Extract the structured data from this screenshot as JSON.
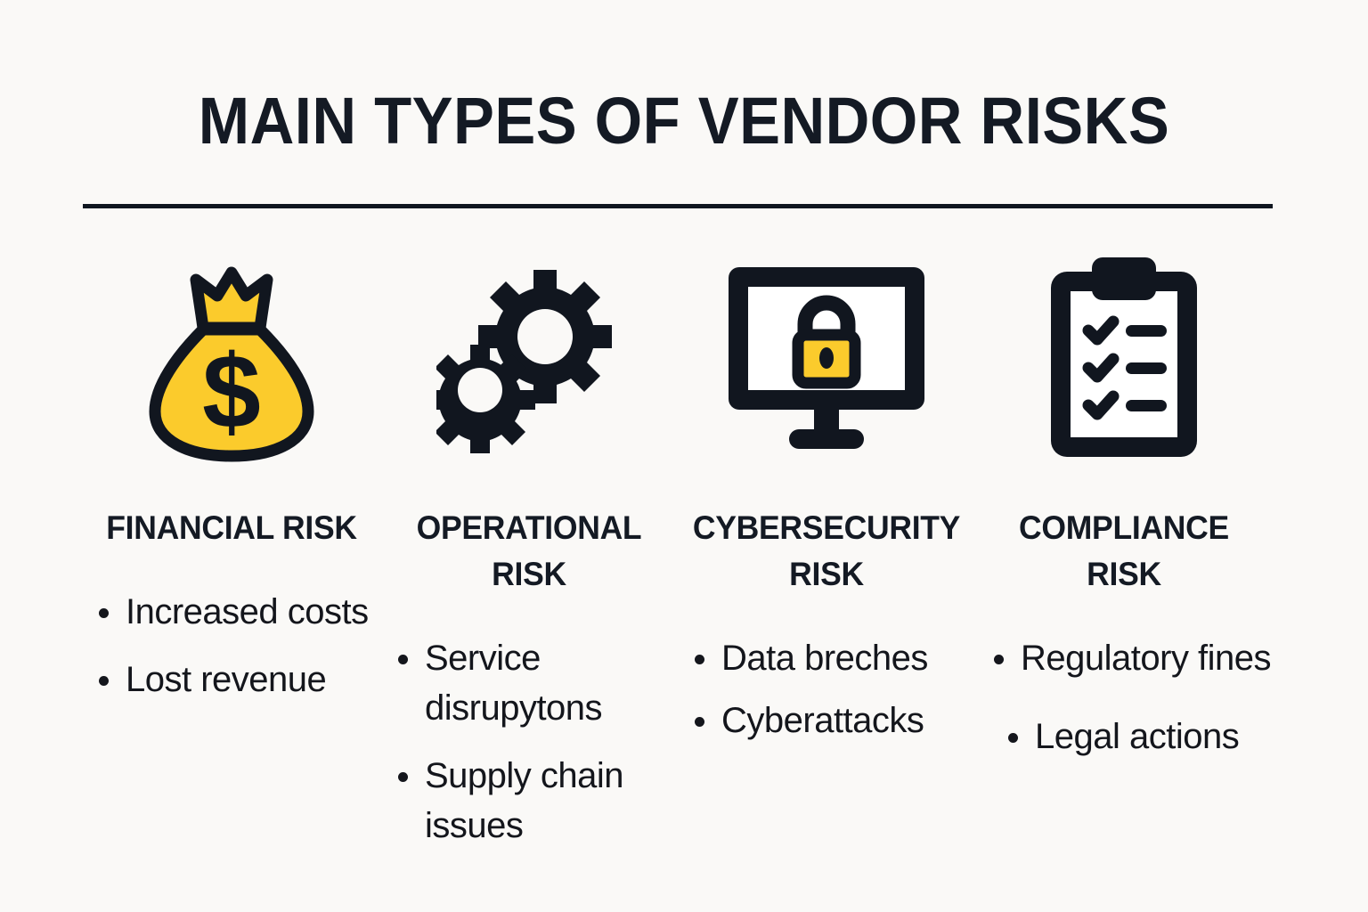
{
  "page": {
    "title": "MAIN TYPES OF VENDOR RISKS",
    "background_color": "#faf9f7",
    "ink_color": "#141a24",
    "accent_color": "#fbcb2c"
  },
  "columns": [
    {
      "icon": "money-bag-icon",
      "heading": "FINANCIAL RISK",
      "bullets": [
        "Increased costs",
        "Lost revenue"
      ]
    },
    {
      "icon": "gears-icon",
      "heading": "OPERATIONAL RISK",
      "bullets": [
        "Service disrupytons",
        "Supply chain issues"
      ]
    },
    {
      "icon": "monitor-lock-icon",
      "heading": "CYBERSECURITY RISK",
      "bullets": [
        "Data breches",
        "Cyberattacks"
      ]
    },
    {
      "icon": "clipboard-checklist-icon",
      "heading": "COMPLIANCE RISK",
      "bullets": [
        "Regulatory fines",
        "Legal actions"
      ]
    }
  ]
}
